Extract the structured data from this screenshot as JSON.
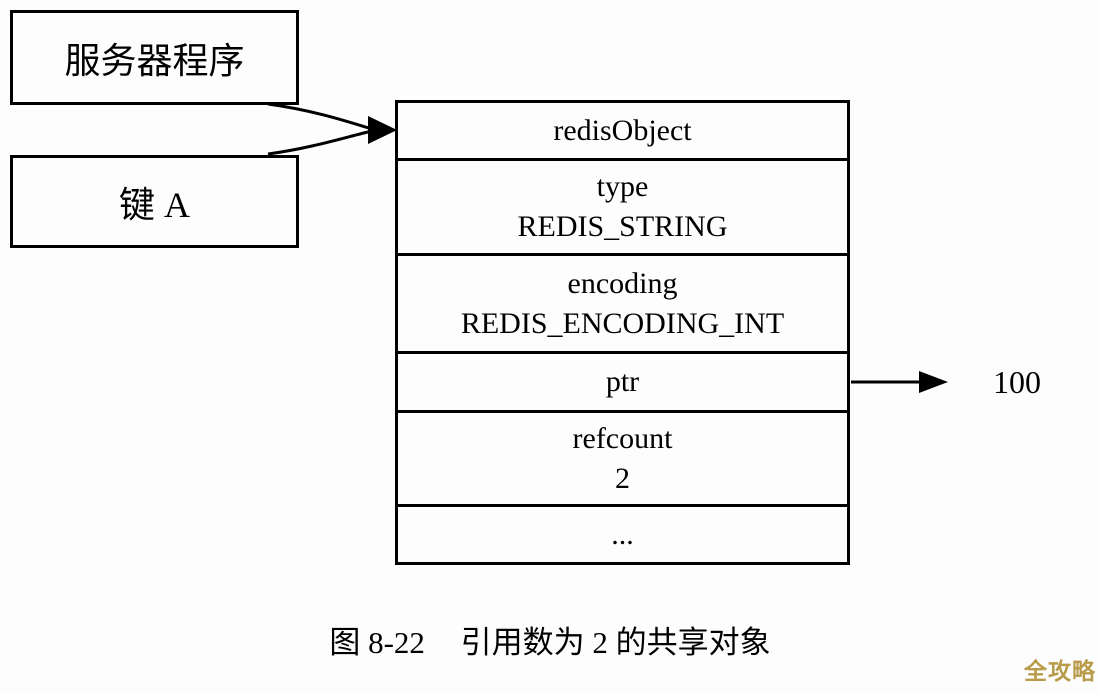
{
  "left_boxes": {
    "server_program": "服务器程序",
    "key_a": "键 A"
  },
  "redis_object": {
    "header": "redisObject",
    "type_field": "type",
    "type_value": "REDIS_STRING",
    "encoding_field": "encoding",
    "encoding_value": "REDIS_ENCODING_INT",
    "ptr_field": "ptr",
    "refcount_field": "refcount",
    "refcount_value": "2",
    "ellipsis_row": "..."
  },
  "pointer": {
    "target_value": "100"
  },
  "figure": {
    "caption_label": "图 8-22",
    "caption_text": "引用数为 2 的共享对象"
  },
  "watermark": {
    "text": "全攻略",
    "color": "#b89c4a"
  },
  "colors": {
    "line": "#000000",
    "background": "#fdfdfd",
    "text": "#000000"
  }
}
